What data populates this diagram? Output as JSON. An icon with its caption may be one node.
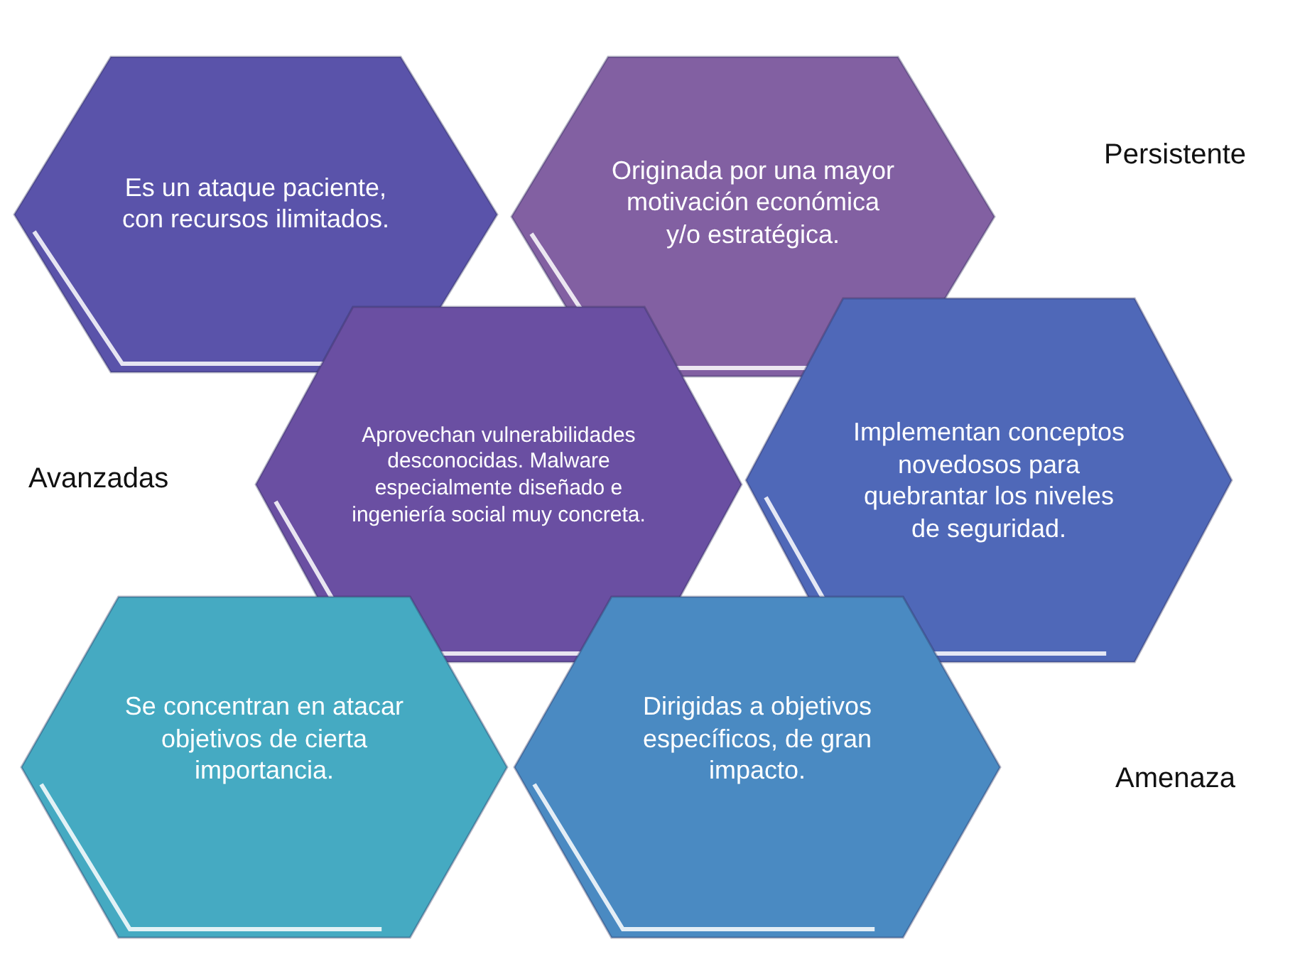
{
  "diagram": {
    "nodes": [
      {
        "text": [
          "Es un ataque paciente, con recursos ilimitados."
        ]
      },
      {
        "text": [
          "Originada por una mayor motivación económica y/o estratégica."
        ]
      },
      {
        "text": [
          "Aprovechan vulnerabilidades desconocidas. Malware especialmente diseñado e ingeniería social muy concreta."
        ]
      },
      {
        "text": [
          "Implementan conceptos novedosos para quebrantar los niveles de seguridad."
        ]
      },
      {
        "text": [
          "Se concentran en atacar objetivos de cierta importancia."
        ]
      },
      {
        "text": [
          "Dirigidas a objetivos específicos, de gran impacto."
        ]
      }
    ],
    "edges": [],
    "labels": [
      "Persistente",
      "Avanzadas",
      "Amenaza"
    ]
  }
}
